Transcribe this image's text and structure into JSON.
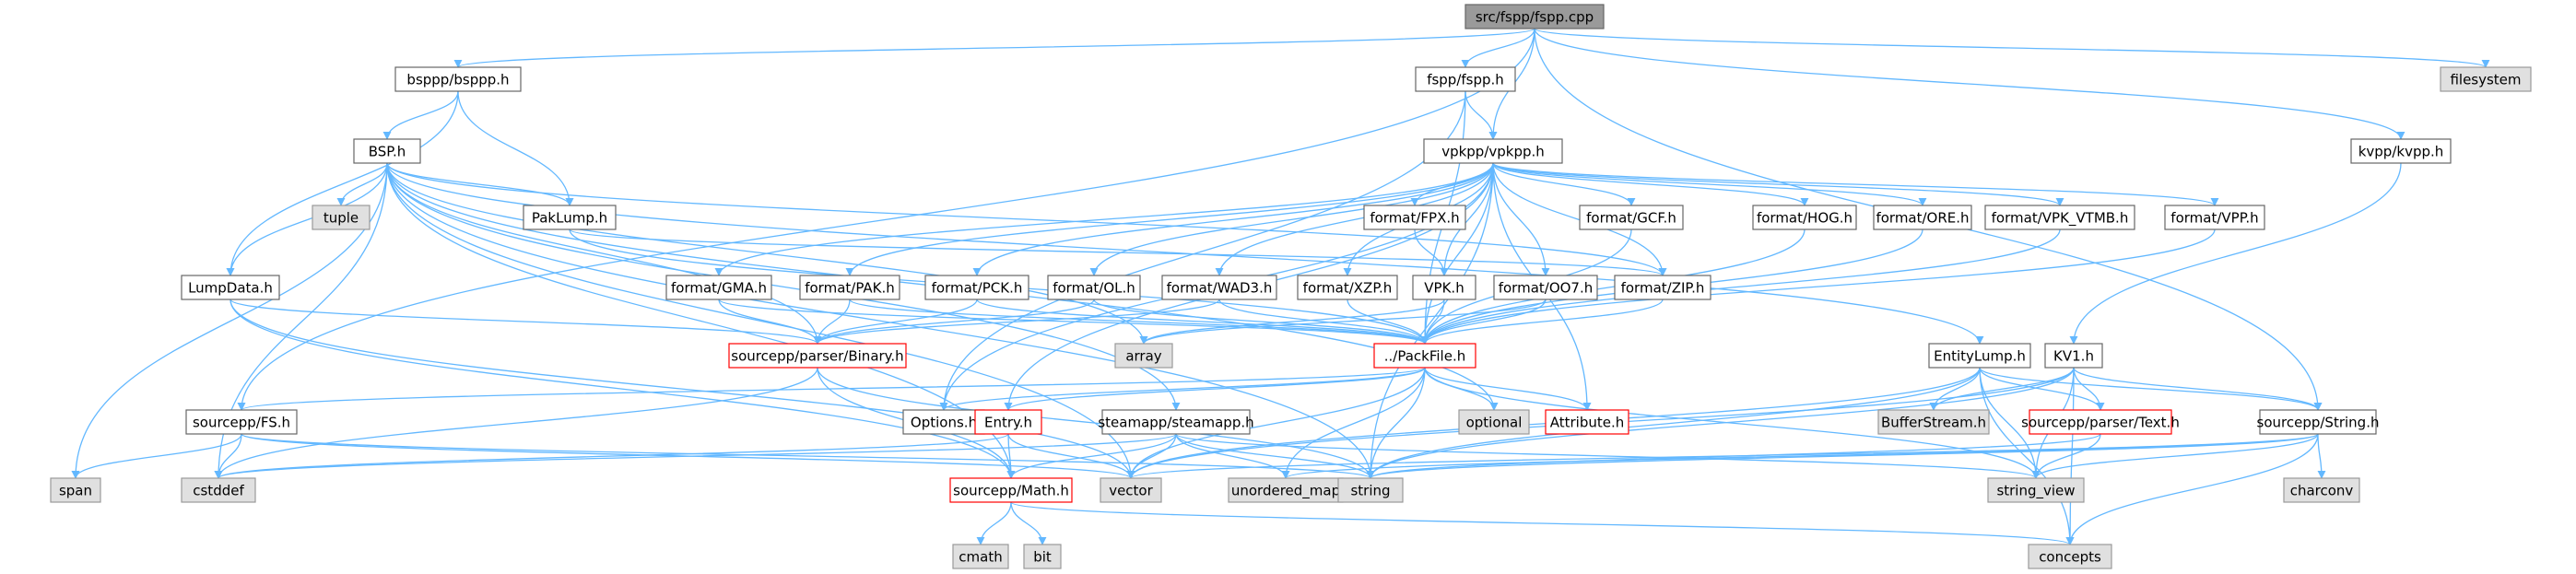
{
  "colors": {
    "root_fill": "#9a9a9a",
    "root_stroke": "#666666",
    "node_fill": "#ffffff",
    "node_stroke": "#666666",
    "external_fill": "#e0e0e0",
    "external_stroke": "#999999",
    "error_stroke": "#ff0000",
    "edge": "#63b8ff"
  },
  "nodes": [
    {
      "id": "root",
      "label": "src/fspp/fspp.cpp",
      "kind": "root"
    },
    {
      "id": "bspppbsp",
      "label": "bsppp/bsppp.h",
      "kind": "normal"
    },
    {
      "id": "fsppfspp",
      "label": "fspp/fspp.h",
      "kind": "normal"
    },
    {
      "id": "filesystem",
      "label": "filesystem",
      "kind": "external"
    },
    {
      "id": "bsp",
      "label": "BSP.h",
      "kind": "normal"
    },
    {
      "id": "vpkpp",
      "label": "vpkpp/vpkpp.h",
      "kind": "normal"
    },
    {
      "id": "kvpp",
      "label": "kvpp/kvpp.h",
      "kind": "normal"
    },
    {
      "id": "tuple",
      "label": "tuple",
      "kind": "external"
    },
    {
      "id": "paklump",
      "label": "PakLump.h",
      "kind": "normal"
    },
    {
      "id": "fpx",
      "label": "format/FPX.h",
      "kind": "normal"
    },
    {
      "id": "gcf",
      "label": "format/GCF.h",
      "kind": "normal"
    },
    {
      "id": "hog",
      "label": "format/HOG.h",
      "kind": "normal"
    },
    {
      "id": "ore",
      "label": "format/ORE.h",
      "kind": "normal"
    },
    {
      "id": "vpkvtmb",
      "label": "format/VPK_VTMB.h",
      "kind": "normal"
    },
    {
      "id": "vpp",
      "label": "format/VPP.h",
      "kind": "normal"
    },
    {
      "id": "lumpdata",
      "label": "LumpData.h",
      "kind": "normal"
    },
    {
      "id": "gma",
      "label": "format/GMA.h",
      "kind": "normal"
    },
    {
      "id": "pak",
      "label": "format/PAK.h",
      "kind": "normal"
    },
    {
      "id": "pck",
      "label": "format/PCK.h",
      "kind": "normal"
    },
    {
      "id": "ol",
      "label": "format/OL.h",
      "kind": "normal"
    },
    {
      "id": "wad3",
      "label": "format/WAD3.h",
      "kind": "normal"
    },
    {
      "id": "xzp",
      "label": "format/XZP.h",
      "kind": "normal"
    },
    {
      "id": "vpkh",
      "label": "VPK.h",
      "kind": "normal"
    },
    {
      "id": "oo7",
      "label": "format/OO7.h",
      "kind": "normal"
    },
    {
      "id": "zip",
      "label": "format/ZIP.h",
      "kind": "normal"
    },
    {
      "id": "kv1",
      "label": "KV1.h",
      "kind": "normal"
    },
    {
      "id": "array",
      "label": "array",
      "kind": "external"
    },
    {
      "id": "binary",
      "label": "sourcepp/parser/Binary.h",
      "kind": "error"
    },
    {
      "id": "packfile",
      "label": "../PackFile.h",
      "kind": "error"
    },
    {
      "id": "entitylump",
      "label": "EntityLump.h",
      "kind": "normal"
    },
    {
      "id": "fs",
      "label": "sourcepp/FS.h",
      "kind": "normal"
    },
    {
      "id": "options",
      "label": "Options.h",
      "kind": "normal"
    },
    {
      "id": "entry",
      "label": "Entry.h",
      "kind": "error"
    },
    {
      "id": "steamapp",
      "label": "steamapp/steamapp.h",
      "kind": "normal"
    },
    {
      "id": "optional",
      "label": "optional",
      "kind": "external"
    },
    {
      "id": "attribute",
      "label": "Attribute.h",
      "kind": "error"
    },
    {
      "id": "bufferstream",
      "label": "BufferStream.h",
      "kind": "external"
    },
    {
      "id": "text",
      "label": "sourcepp/parser/Text.h",
      "kind": "error"
    },
    {
      "id": "string",
      "label": "sourcepp/String.h",
      "kind": "normal"
    },
    {
      "id": "span",
      "label": "span",
      "kind": "external"
    },
    {
      "id": "cstddef",
      "label": "cstddef",
      "kind": "external"
    },
    {
      "id": "math",
      "label": "sourcepp/Math.h",
      "kind": "error"
    },
    {
      "id": "vector",
      "label": "vector",
      "kind": "external"
    },
    {
      "id": "unordered_map",
      "label": "unordered_map",
      "kind": "external"
    },
    {
      "id": "stdstring",
      "label": "string",
      "kind": "external"
    },
    {
      "id": "string_view",
      "label": "string_view",
      "kind": "external"
    },
    {
      "id": "charconv",
      "label": "charconv",
      "kind": "external"
    },
    {
      "id": "cmath",
      "label": "cmath",
      "kind": "external"
    },
    {
      "id": "bit",
      "label": "bit",
      "kind": "external"
    },
    {
      "id": "concepts",
      "label": "concepts",
      "kind": "external"
    }
  ],
  "edges": [
    [
      "root",
      "bspppbsp"
    ],
    [
      "root",
      "fsppfspp"
    ],
    [
      "root",
      "filesystem"
    ],
    [
      "root",
      "vpkpp"
    ],
    [
      "root",
      "kvpp"
    ],
    [
      "root",
      "fs"
    ],
    [
      "root",
      "string"
    ],
    [
      "bspppbsp",
      "bsp"
    ],
    [
      "bspppbsp",
      "paklump"
    ],
    [
      "bspppbsp",
      "lumpdata"
    ],
    [
      "fsppfspp",
      "vpkpp"
    ],
    [
      "fsppfspp",
      "packfile"
    ],
    [
      "fsppfspp",
      "options"
    ],
    [
      "bsp",
      "tuple"
    ],
    [
      "bsp",
      "paklump"
    ],
    [
      "bsp",
      "lumpdata"
    ],
    [
      "bsp",
      "array"
    ],
    [
      "bsp",
      "binary"
    ],
    [
      "bsp",
      "entitylump"
    ],
    [
      "bsp",
      "span"
    ],
    [
      "bsp",
      "cstddef"
    ],
    [
      "bsp",
      "vector"
    ],
    [
      "bsp",
      "stdstring"
    ],
    [
      "bsp",
      "zip"
    ],
    [
      "bsp",
      "math"
    ],
    [
      "bsp",
      "steamapp"
    ],
    [
      "bsp",
      "optional"
    ],
    [
      "paklump",
      "zip"
    ],
    [
      "paklump",
      "packfile"
    ],
    [
      "lumpdata",
      "binary"
    ],
    [
      "lumpdata",
      "math"
    ],
    [
      "lumpdata",
      "vector"
    ],
    [
      "vpkpp",
      "fpx"
    ],
    [
      "vpkpp",
      "gcf"
    ],
    [
      "vpkpp",
      "hog"
    ],
    [
      "vpkpp",
      "ore"
    ],
    [
      "vpkpp",
      "vpkvtmb"
    ],
    [
      "vpkpp",
      "vpp"
    ],
    [
      "vpkpp",
      "gma"
    ],
    [
      "vpkpp",
      "pak"
    ],
    [
      "vpkpp",
      "pck"
    ],
    [
      "vpkpp",
      "ol"
    ],
    [
      "vpkpp",
      "wad3"
    ],
    [
      "vpkpp",
      "xzp"
    ],
    [
      "vpkpp",
      "vpkh"
    ],
    [
      "vpkpp",
      "oo7"
    ],
    [
      "vpkpp",
      "zip"
    ],
    [
      "vpkpp",
      "packfile"
    ],
    [
      "vpkpp",
      "attribute"
    ],
    [
      "vpkpp",
      "options"
    ],
    [
      "vpkpp",
      "entry"
    ],
    [
      "vpkpp",
      "stdstring"
    ],
    [
      "kvpp",
      "kv1"
    ],
    [
      "fpx",
      "vpkh"
    ],
    [
      "gcf",
      "packfile"
    ],
    [
      "hog",
      "packfile"
    ],
    [
      "ore",
      "packfile"
    ],
    [
      "vpkvtmb",
      "packfile"
    ],
    [
      "vpp",
      "packfile"
    ],
    [
      "gma",
      "binary"
    ],
    [
      "gma",
      "packfile"
    ],
    [
      "pak",
      "binary"
    ],
    [
      "pak",
      "packfile"
    ],
    [
      "pck",
      "binary"
    ],
    [
      "pck",
      "packfile"
    ],
    [
      "ol",
      "binary"
    ],
    [
      "ol",
      "packfile"
    ],
    [
      "wad3",
      "binary"
    ],
    [
      "wad3",
      "packfile"
    ],
    [
      "xzp",
      "packfile"
    ],
    [
      "vpkh",
      "array"
    ],
    [
      "vpkh",
      "packfile"
    ],
    [
      "oo7",
      "array"
    ],
    [
      "oo7",
      "packfile"
    ],
    [
      "zip",
      "packfile"
    ],
    [
      "binary",
      "math"
    ],
    [
      "binary",
      "cstddef"
    ],
    [
      "binary",
      "stdstring"
    ],
    [
      "packfile",
      "attribute"
    ],
    [
      "packfile",
      "entry"
    ],
    [
      "packfile",
      "options"
    ],
    [
      "packfile",
      "optional"
    ],
    [
      "packfile",
      "fs"
    ],
    [
      "packfile",
      "stdstring"
    ],
    [
      "packfile",
      "string_view"
    ],
    [
      "packfile",
      "unordered_map"
    ],
    [
      "packfile",
      "vector"
    ],
    [
      "entitylump",
      "bufferstream"
    ],
    [
      "entitylump",
      "text"
    ],
    [
      "entitylump",
      "string"
    ],
    [
      "entitylump",
      "concepts"
    ],
    [
      "entitylump",
      "stdstring"
    ],
    [
      "entitylump",
      "string_view"
    ],
    [
      "entitylump",
      "vector"
    ],
    [
      "kv1",
      "bufferstream"
    ],
    [
      "kv1",
      "text"
    ],
    [
      "kv1",
      "string"
    ],
    [
      "kv1",
      "concepts"
    ],
    [
      "kv1",
      "stdstring"
    ],
    [
      "kv1",
      "string_view"
    ],
    [
      "kv1",
      "vector"
    ],
    [
      "fs",
      "span"
    ],
    [
      "fs",
      "cstddef"
    ],
    [
      "fs",
      "vector"
    ],
    [
      "fs",
      "stdstring"
    ],
    [
      "entry",
      "math"
    ],
    [
      "entry",
      "vector"
    ],
    [
      "entry",
      "cstddef"
    ],
    [
      "steamapp",
      "math"
    ],
    [
      "steamapp",
      "stdstring"
    ],
    [
      "steamapp",
      "unordered_map"
    ],
    [
      "steamapp",
      "vector"
    ],
    [
      "steamapp",
      "string_view"
    ],
    [
      "steamapp",
      "cstddef"
    ],
    [
      "text",
      "stdstring"
    ],
    [
      "text",
      "string_view"
    ],
    [
      "string",
      "charconv"
    ],
    [
      "string",
      "concepts"
    ],
    [
      "string",
      "stdstring"
    ],
    [
      "string",
      "string_view"
    ],
    [
      "string",
      "vector"
    ],
    [
      "string",
      "unordered_map"
    ],
    [
      "math",
      "cmath"
    ],
    [
      "math",
      "bit"
    ],
    [
      "math",
      "concepts"
    ]
  ]
}
